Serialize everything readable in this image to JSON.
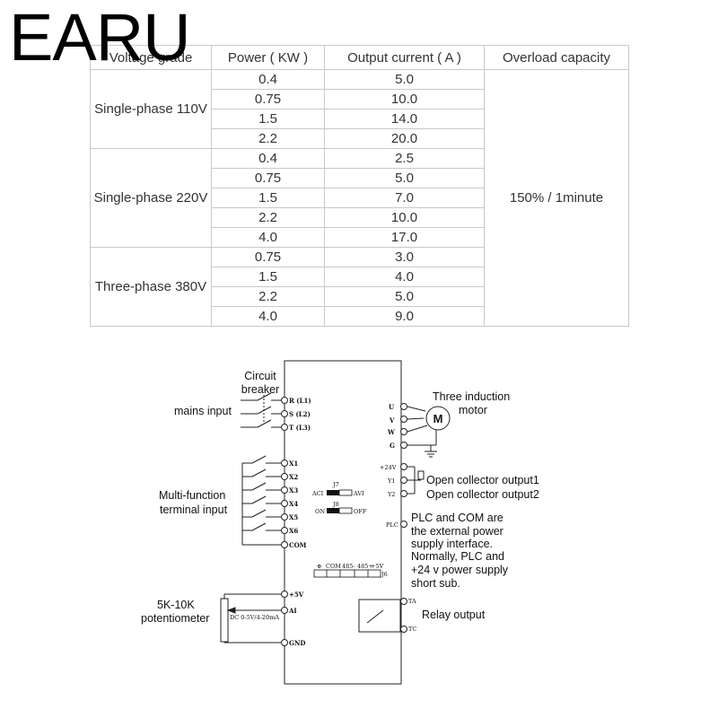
{
  "brand": "EARU",
  "table": {
    "headers": [
      "Voltage grade",
      "Power ( KW )",
      "Output current ( A )",
      "Overload capacity"
    ],
    "groups": [
      {
        "voltage": "Single-phase 110V",
        "rows": [
          [
            "0.4",
            "5.0"
          ],
          [
            "0.75",
            "10.0"
          ],
          [
            "1.5",
            "14.0"
          ],
          [
            "2.2",
            "20.0"
          ]
        ]
      },
      {
        "voltage": "Single-phase 220V",
        "rows": [
          [
            "0.4",
            "2.5"
          ],
          [
            "0.75",
            "5.0"
          ],
          [
            "1.5",
            "7.0"
          ],
          [
            "2.2",
            "10.0"
          ],
          [
            "4.0",
            "17.0"
          ]
        ]
      },
      {
        "voltage": "Three-phase 380V",
        "rows": [
          [
            "0.75",
            "3.0"
          ],
          [
            "1.5",
            "4.0"
          ],
          [
            "2.2",
            "5.0"
          ],
          [
            "4.0",
            "9.0"
          ]
        ]
      }
    ],
    "overload": "150% / 1minute"
  },
  "diagram": {
    "labels": {
      "circuit_breaker": [
        "Circuit",
        "breaker"
      ],
      "mains_input": "mains input",
      "multi_function": [
        "Multi-function",
        "terminal input"
      ],
      "potentiometer": [
        "5K-10K",
        "potentiometer"
      ],
      "motor": [
        "Three induction",
        "motor"
      ],
      "motor_symbol": "M",
      "oc1": "Open collector output1",
      "oc2": "Open collector output2",
      "plc_note": [
        "PLC and COM are",
        "the external power",
        "supply interface.",
        "Normally, PLC and",
        "+24 v power supply",
        "short sub."
      ],
      "relay": "Relay output"
    },
    "left_terminals": {
      "mains": [
        "R (L1)",
        "S (L2)",
        "T (L3)"
      ],
      "inputs": [
        "X1",
        "X2",
        "X3",
        "X4",
        "X5",
        "X6",
        "COM"
      ],
      "analog": [
        "+5V",
        "AI",
        "GND"
      ]
    },
    "right_terminals": {
      "motor": [
        "U",
        "V",
        "W",
        "G"
      ],
      "outputs": [
        "+24V",
        "Y1",
        "Y2",
        "PLC"
      ],
      "relay": [
        "TA",
        "TC"
      ]
    },
    "jumpers": {
      "j7": {
        "name": "J7",
        "left": "ACI",
        "right": "AVI"
      },
      "j8": {
        "name": "J8",
        "left": "ON",
        "right": "OFF"
      },
      "j6": {
        "name": "J6",
        "pins": [
          "⊕",
          "COM",
          "485-",
          "485+",
          "+5V"
        ]
      }
    },
    "dc_note": "DC 0-5V/4-20mA"
  }
}
